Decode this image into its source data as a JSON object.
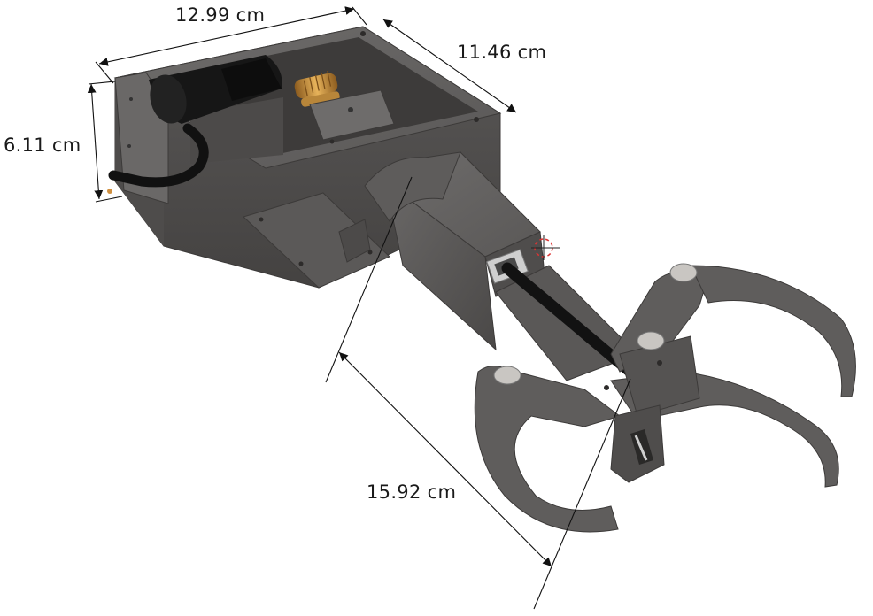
{
  "viewport": {
    "background": "#ffffff",
    "model_color": "#5f5d5c",
    "brass_color": "#c8963e",
    "dimension_line_color": "#111111"
  },
  "dimensions": {
    "width": "12.99 cm",
    "depth": "11.46 cm",
    "height": "6.11 cm",
    "arm_length": "15.92 cm"
  },
  "widgets": {
    "origin_icon": "3d-cursor-icon"
  }
}
